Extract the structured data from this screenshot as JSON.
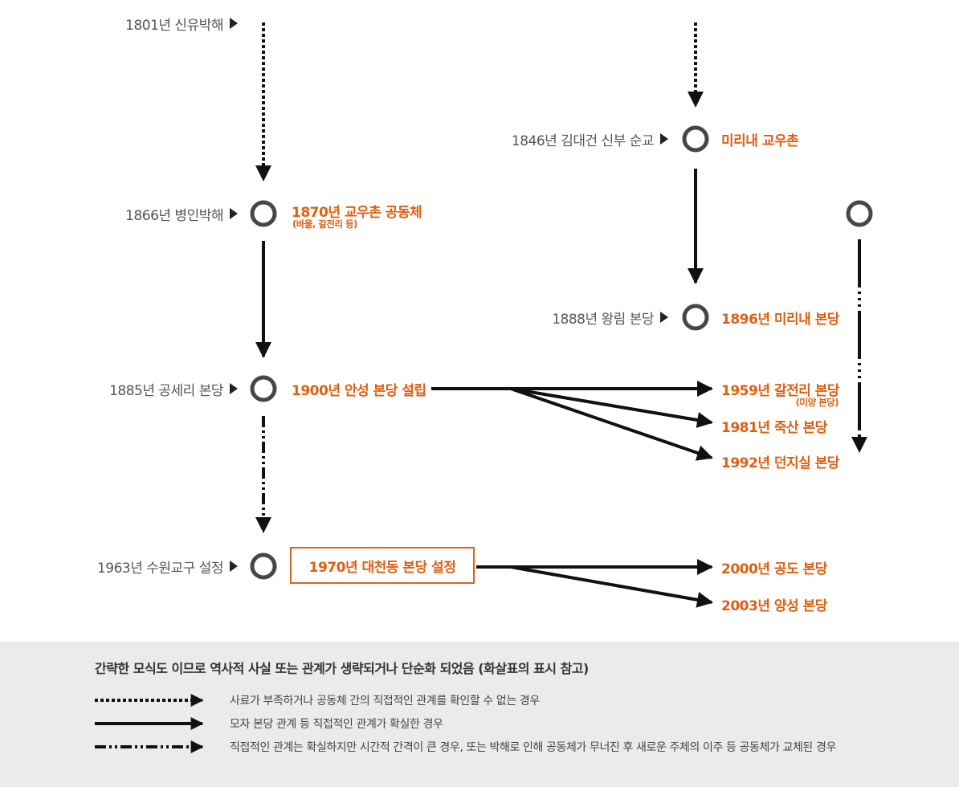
{
  "events": {
    "e1801": "1801년 신유박해",
    "e1846": "1846년 김대건 신부 순교",
    "e1866": "1866년 병인박해",
    "e1888": "1888년 왕림 본당",
    "e1885": "1885년 공세리 본당",
    "e1963": "1963년 수원교구 설정"
  },
  "communities": {
    "mirinae_village": "미리내 교우촌",
    "village_1870": "1870년 교우촌 공동체",
    "village_1870_sub": "(바울, 갈전리 등)",
    "mirinae_1896": "1896년 미리내 본당",
    "anseong_1900": "1900년 안성 본당 설립",
    "galjeonri_1959": "1959년 갈전리 본당",
    "galjeonri_1959_sub": "(미양 본당)",
    "juksan_1981": "1981년 죽산 본당",
    "deonjisil_1992": "1992년 던지실 본당",
    "daecheondong_1970": "1970년 대천동 본당 설정",
    "gongdo_2000": "2000년 공도 본당",
    "yangseong_2003": "2003년 양성 본당"
  },
  "legend": {
    "title": "간략한 모식도 이므로 역사적 사실 또는 관계가 생략되거나 단순화 되었음 (화살표의 표시 참고)",
    "items": [
      {
        "style": "dotted",
        "text": "사료가 부족하거나 공동체 간의 직접적인 관계를 확인할 수 없는 경우"
      },
      {
        "style": "solid",
        "text": "모자 본당 관계 등 직접적인 관계가 확실한 경우"
      },
      {
        "style": "dashdot",
        "text": "직접적인 관계는 확실하지만 시간적 간격이 큰 경우, 또는 박해로 인해 공동체가 무너진 후 새로운 주체의 이주 등 공동체가 교체된 경우"
      }
    ]
  },
  "colors": {
    "accent": "#e05f12",
    "node": "#4a4540",
    "line": "#111111",
    "legend_bg": "#ebebeb"
  }
}
